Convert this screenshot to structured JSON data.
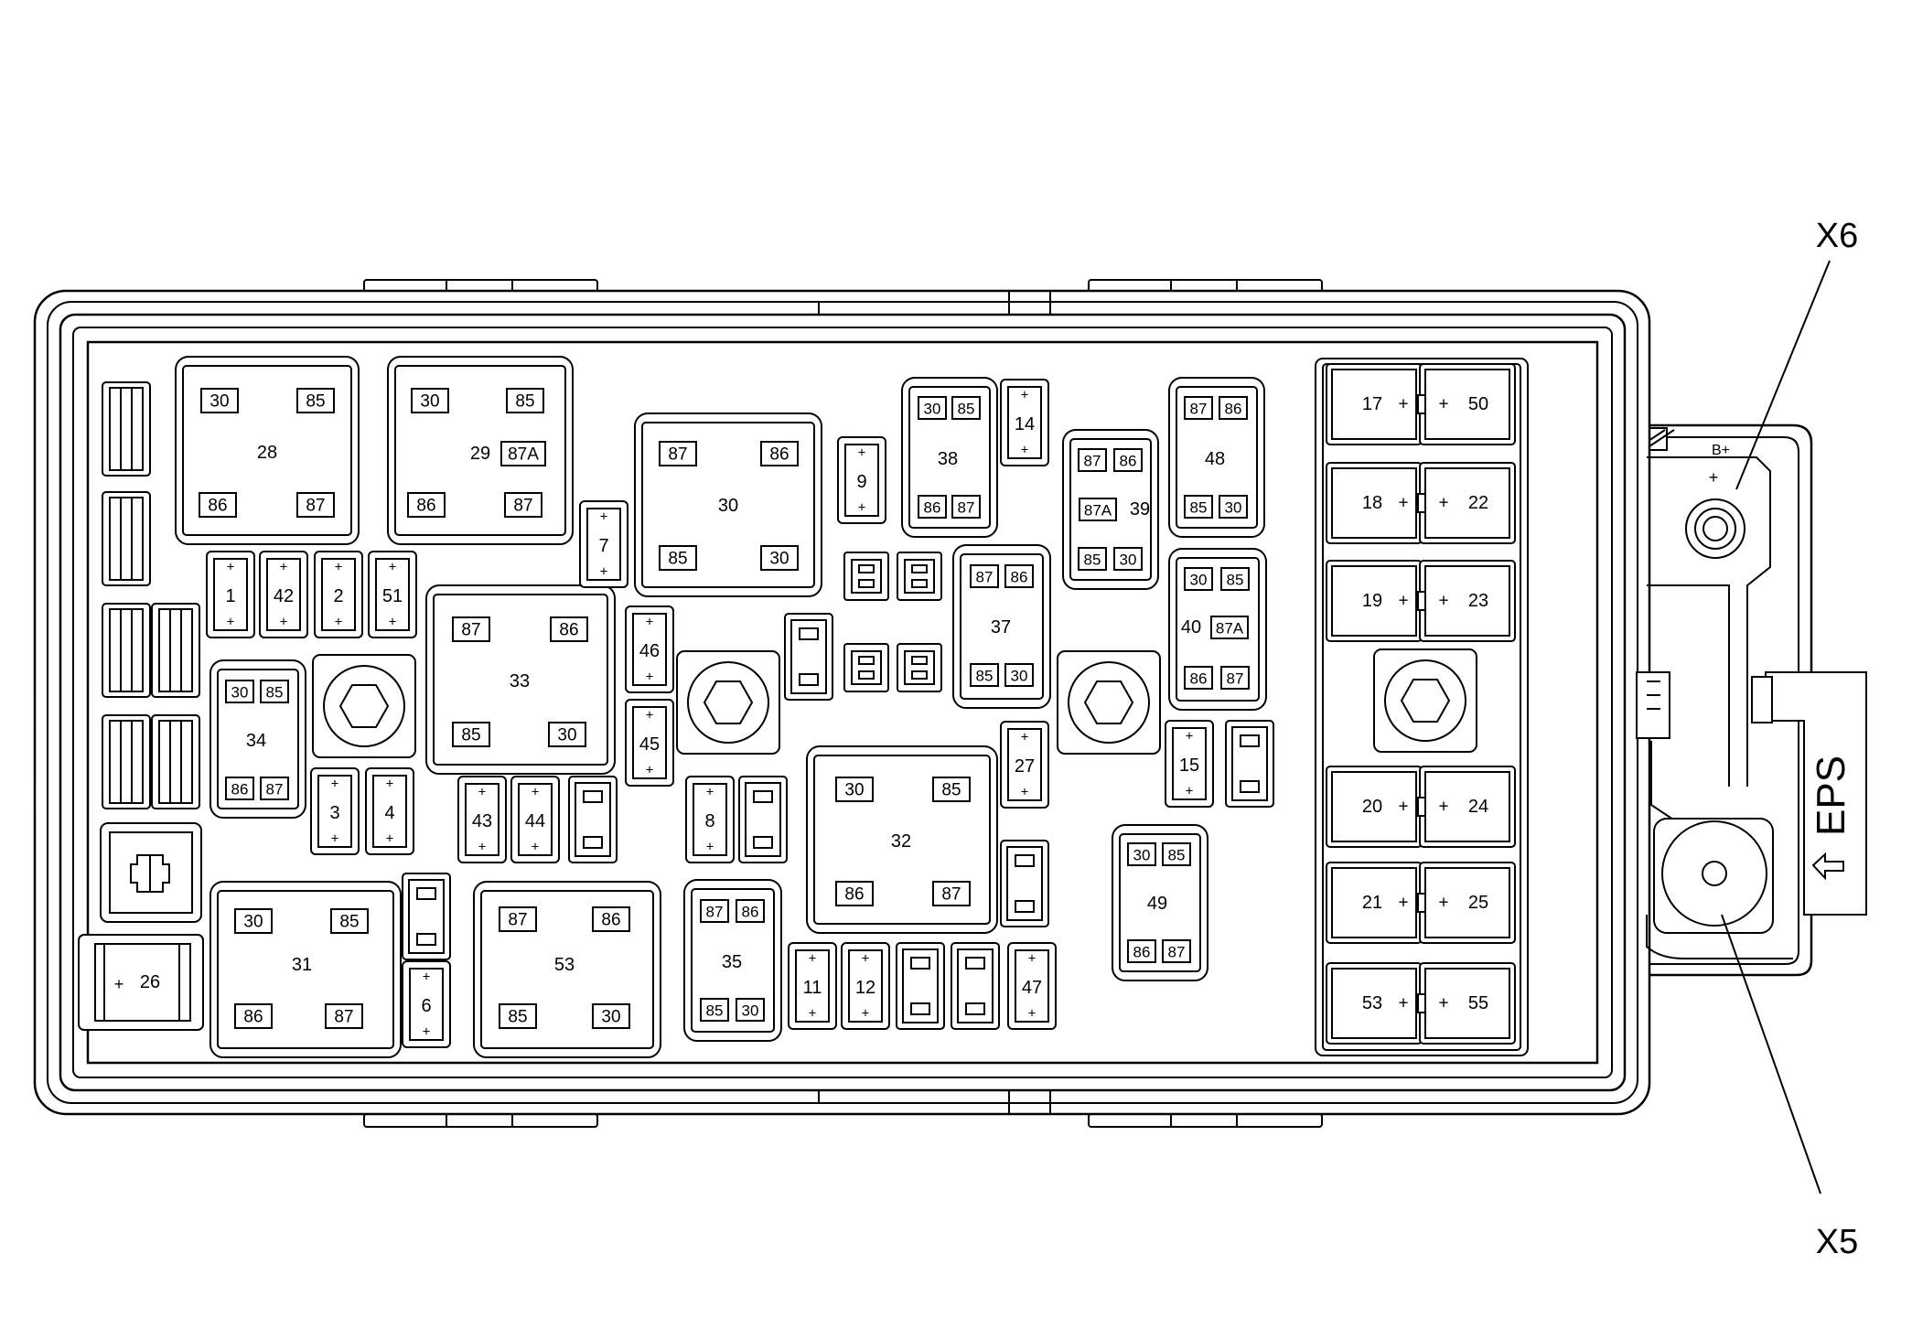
{
  "labels": {
    "x6": "X6",
    "x5": "X5",
    "bplus": "B+",
    "plus": "+",
    "eps": "EPS"
  },
  "relays": [
    {
      "id": "28",
      "pins": [
        "30",
        "85",
        "86",
        "87"
      ]
    },
    {
      "id": "29",
      "pins": [
        "30",
        "85",
        "86",
        "87",
        "87A"
      ]
    },
    {
      "id": "30",
      "pins": [
        "87",
        "86",
        "85",
        "30"
      ]
    },
    {
      "id": "31",
      "pins": [
        "30",
        "85",
        "86",
        "87"
      ]
    },
    {
      "id": "32",
      "pins": [
        "30",
        "85",
        "86",
        "87"
      ]
    },
    {
      "id": "33",
      "pins": [
        "87",
        "86",
        "85",
        "30"
      ]
    },
    {
      "id": "34",
      "pins": [
        "30",
        "85",
        "86",
        "87"
      ]
    },
    {
      "id": "35",
      "pins": [
        "87",
        "86",
        "85",
        "30"
      ]
    },
    {
      "id": "37",
      "pins": [
        "87",
        "86",
        "85",
        "30"
      ]
    },
    {
      "id": "38",
      "pins": [
        "30",
        "85",
        "86",
        "87"
      ]
    },
    {
      "id": "39",
      "pins": [
        "87",
        "86",
        "87A",
        "85",
        "30"
      ]
    },
    {
      "id": "40",
      "pins": [
        "30",
        "85",
        "87A",
        "86",
        "87"
      ]
    },
    {
      "id": "48",
      "pins": [
        "87",
        "86",
        "85",
        "30"
      ]
    },
    {
      "id": "49",
      "pins": [
        "30",
        "85",
        "86",
        "87"
      ]
    },
    {
      "id": "53",
      "pins": [
        "87",
        "86",
        "85",
        "30"
      ]
    }
  ],
  "fuses": [
    "1",
    "2",
    "3",
    "4",
    "6",
    "7",
    "8",
    "9",
    "11",
    "12",
    "14",
    "15",
    "26",
    "27",
    "42",
    "43",
    "44",
    "45",
    "46",
    "47",
    "51"
  ],
  "maxi_fuses": [
    "17",
    "50",
    "18",
    "22",
    "19",
    "23",
    "20",
    "24",
    "21",
    "25",
    "53",
    "55"
  ]
}
